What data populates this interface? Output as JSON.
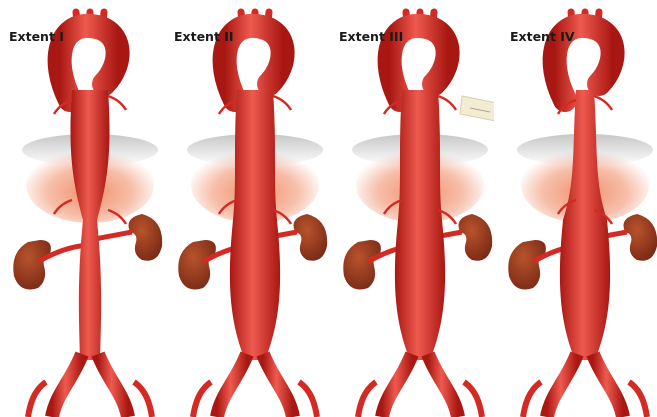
{
  "panels": [
    {
      "label": "Extent I",
      "aneurysm": "thoracic",
      "graft_note": ""
    },
    {
      "label": "Extent II",
      "aneurysm": "thoracoabdominal",
      "graft_note": ""
    },
    {
      "label": "Extent III",
      "aneurysm": "thoracoabdominal",
      "graft_note": "label"
    },
    {
      "label": "Extent IV",
      "aneurysm": "abdominal",
      "graft_note": ""
    }
  ],
  "colors": {
    "artery": "#d42a24",
    "artery_dark": "#a81712",
    "artery_light": "#ef5a4f",
    "kidney": "#7a2a16",
    "kidney_light": "#b8532c",
    "diaphragm_red": "#f08a64",
    "diaphragm_gray": "#bdbdbd"
  }
}
